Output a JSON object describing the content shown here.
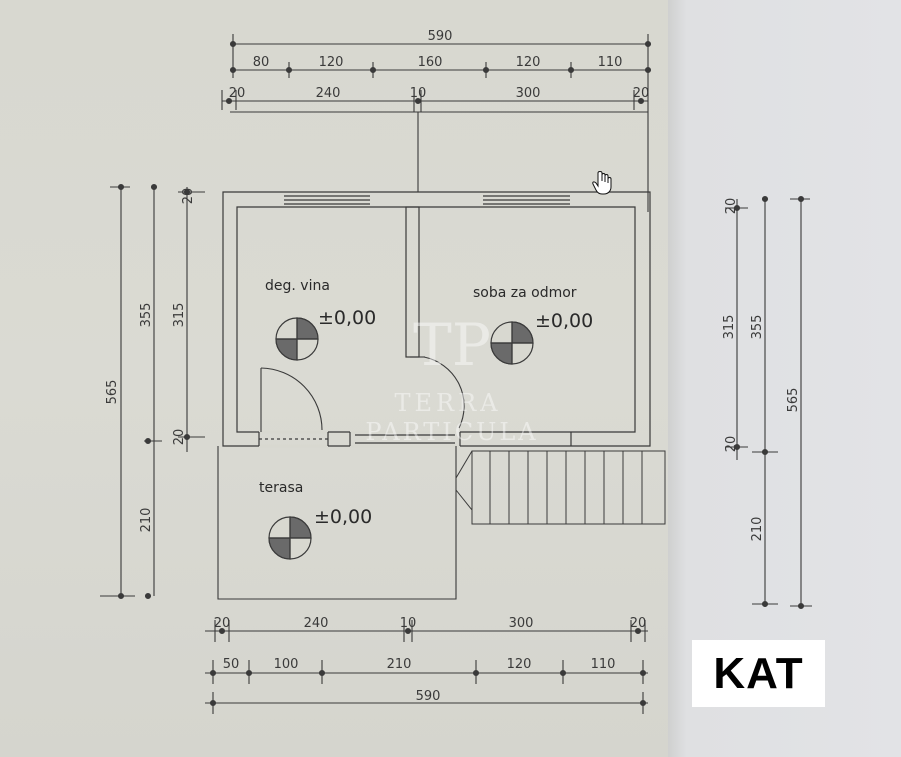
{
  "sheet_label": "KAT",
  "watermark": {
    "monogram": "TP",
    "line1": "TERRA",
    "line2": "PARTICULA"
  },
  "rooms": [
    {
      "name": "deg. vina",
      "level": "±0,00"
    },
    {
      "name": "soba za odmor",
      "level": "±0,00"
    },
    {
      "name": "terasa",
      "level": "±0,00"
    }
  ],
  "dimensions": {
    "top": {
      "total": "590",
      "segments": [
        "80",
        "120",
        "160",
        "120",
        "110"
      ],
      "walls": [
        "20",
        "240",
        "10",
        "300",
        "20"
      ]
    },
    "bottom": {
      "walls": [
        "20",
        "240",
        "10",
        "300",
        "20"
      ],
      "segments": [
        "50",
        "100",
        "210",
        "120",
        "110"
      ],
      "total": "590"
    },
    "left": {
      "total": "565",
      "upper": "355",
      "lower": "210",
      "inner": "315",
      "wall_top": "20",
      "wall_bottom": "20"
    },
    "right": {
      "total": "565",
      "upper": "355",
      "lower": "210",
      "inner": "315",
      "wall_top": "20",
      "wall_bottom": "20"
    }
  }
}
